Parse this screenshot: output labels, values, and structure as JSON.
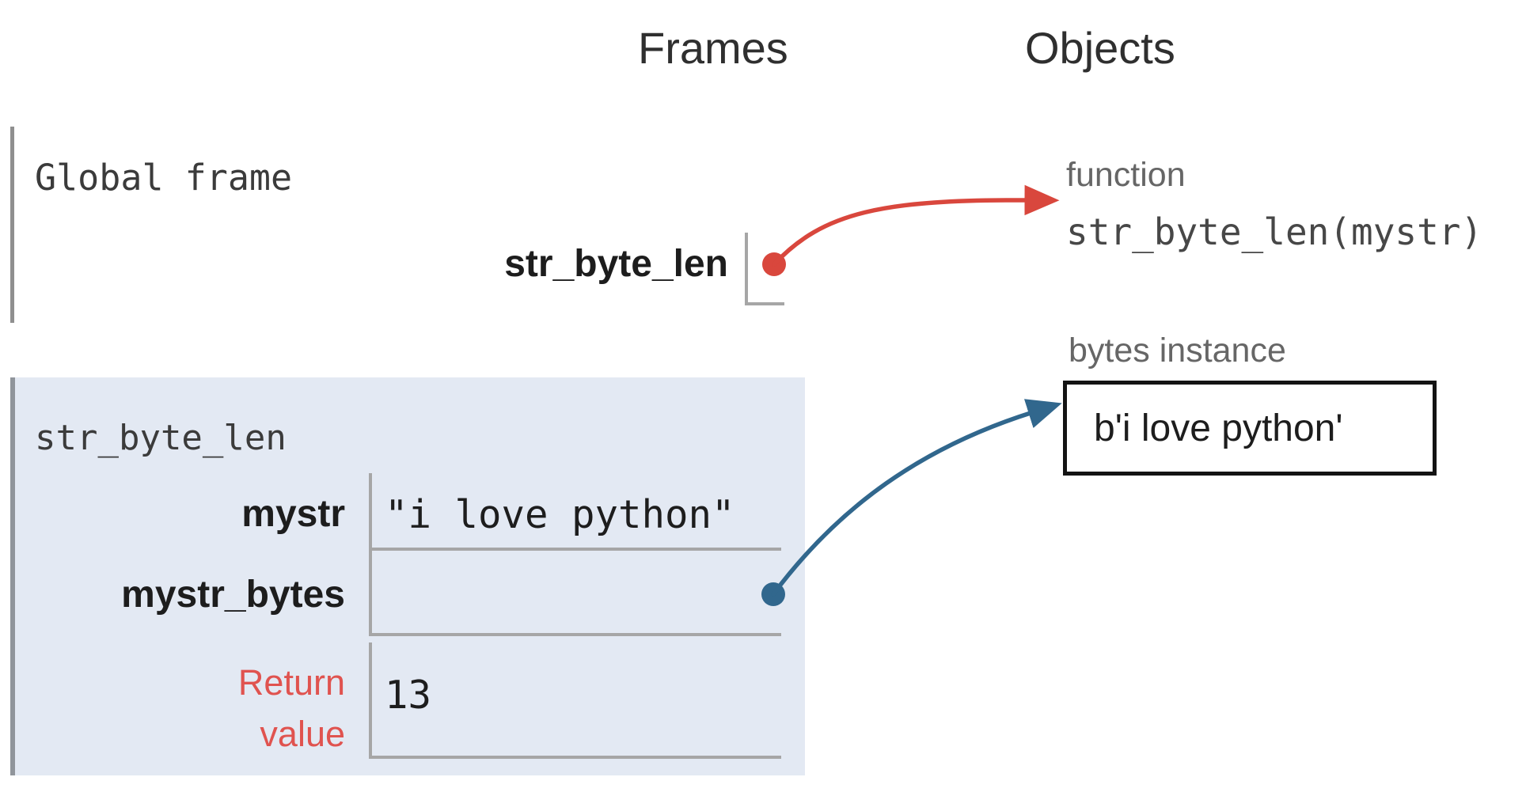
{
  "headers": {
    "frames": "Frames",
    "objects": "Objects"
  },
  "global_frame": {
    "title": "Global frame",
    "variables": [
      {
        "name": "str_byte_len",
        "value": "",
        "points_to": "function object"
      }
    ]
  },
  "active_frame": {
    "title": "str_byte_len",
    "variables": [
      {
        "name": "mystr",
        "value": "\"i love python\""
      },
      {
        "name": "mystr_bytes",
        "value": "",
        "points_to": "bytes instance"
      },
      {
        "name": "Return value",
        "value": "13"
      }
    ]
  },
  "objects": {
    "function": {
      "type_label": "function",
      "signature": "str_byte_len(mystr)"
    },
    "bytes_instance": {
      "type_label": "bytes instance",
      "value": "b'i love python'"
    }
  },
  "colors": {
    "arrow_red": "#d9473d",
    "arrow_blue": "#31678d",
    "frame_bg": "#e3e9f3",
    "frame_border": "#90959b",
    "cell_border": "#a6a6a6",
    "bar_gray": "#8f8f8f",
    "header_text": "#2f2f2f",
    "dark_text": "#1d1d1d",
    "mono_text": "#3b3b3b",
    "mono_text2": "#474747",
    "label_gray": "#666666",
    "return_red": "#e0534f",
    "box_border": "#141414"
  }
}
